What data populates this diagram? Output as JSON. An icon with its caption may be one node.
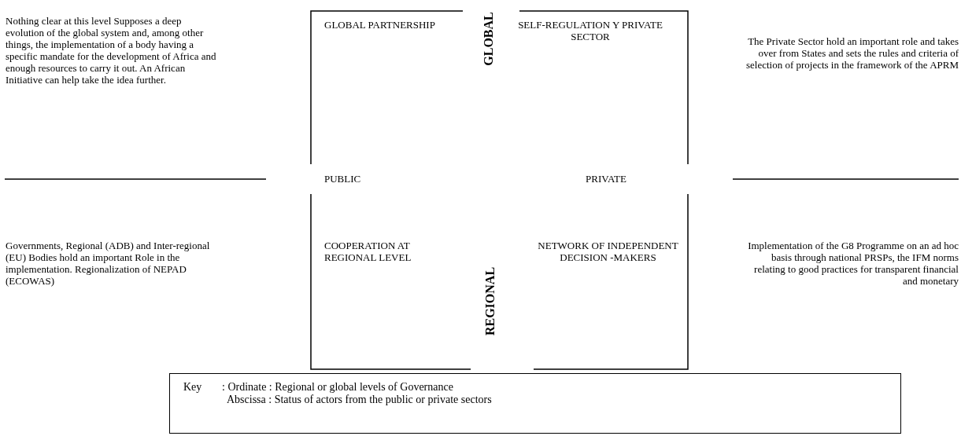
{
  "diagram": {
    "nodes": [
      {
        "text": [
          "Key",
          ": Ordinate : Regional or global levels of Governance",
          "Abscissa : Status of actors from the public or private sectors"
        ]
      }
    ],
    "labels": [
      "Nothing clear at this level Supposes a deep evolution of the global system and, among other things, the implementation of a body having a specific mandate for the development of Africa and enough resources to carry it out. An African Initiative can help take the idea further.",
      "GLOBAL PARTNERSHIP",
      "GLOBAL",
      "SELF-REGULATION Y PRIVATE SECTOR",
      "The Private Sector hold an important role and takes over from States and sets the rules and criteria of selection of projects in the framework of the APRM",
      "PUBLIC",
      "PRIVATE",
      "Governments, Regional (ADB) and Inter-regional (EU) Bodies hold an important Role in the implementation. Regionalization of NEPAD (ECOWAS)",
      "COOPERATION AT REGIONAL LEVEL",
      "REGIONAL",
      "NETWORK OF INDEPENDENT DECISION -MAKERS",
      "Implementation of the G8 Programme on an ad hoc basis through national PRSPs, the IFM norms relating to good practices for transparent financial and monetary"
    ]
  }
}
